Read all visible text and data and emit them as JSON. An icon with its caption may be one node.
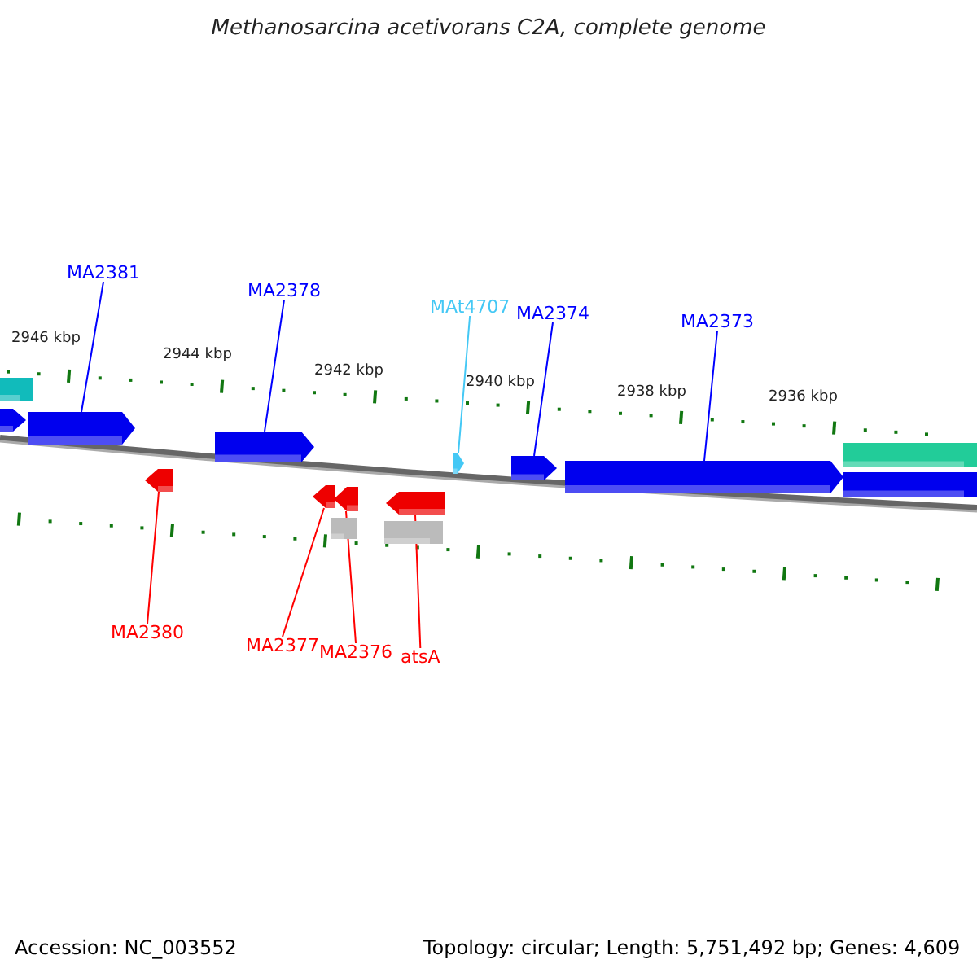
{
  "diagram": {
    "title": "Methanosarcina acetivorans C2A, complete genome",
    "nodes": [
      {
        "text": [
          "MA2381"
        ]
      },
      {
        "text": [
          "MA2378"
        ]
      },
      {
        "text": [
          "MAt4707"
        ]
      },
      {
        "text": [
          "MA2374"
        ]
      },
      {
        "text": [
          "MA2373"
        ]
      },
      {
        "text": [
          "MA2380"
        ]
      },
      {
        "text": [
          "MA2377"
        ]
      },
      {
        "text": [
          "MA2376"
        ]
      },
      {
        "text": [
          "atsA"
        ]
      },
      {
        "text": [],
        "shape": "arrow"
      },
      {
        "text": [],
        "shape": "arrow"
      },
      {
        "text": [],
        "shape": "arrow"
      },
      {
        "text": [],
        "shape": "arrow"
      },
      {
        "text": [],
        "shape": "arrow"
      },
      {
        "text": [],
        "shape": "arrow"
      },
      {
        "text": [],
        "shape": "arrow"
      },
      {
        "text": [],
        "shape": "arrow"
      },
      {
        "text": [],
        "shape": "arrow"
      },
      {
        "text": [],
        "shape": "box"
      },
      {
        "text": [],
        "shape": "arrow"
      },
      {
        "text": [],
        "shape": "box"
      },
      {
        "text": [],
        "shape": "box"
      },
      {
        "text": [],
        "shape": "box"
      },
      {
        "text": [],
        "shape": "box"
      }
    ],
    "edges": [
      {
        "from": 0,
        "to": 9,
        "arrow": "none",
        "color": "#0000ff"
      },
      {
        "from": 1,
        "to": 10,
        "arrow": "none",
        "color": "#0000ff"
      },
      {
        "from": 2,
        "to": 11,
        "arrow": "none",
        "color": "#44c8f5"
      },
      {
        "from": 3,
        "to": 12,
        "arrow": "none",
        "color": "#0000ff"
      },
      {
        "from": 4,
        "to": 13,
        "arrow": "none",
        "color": "#0000ff"
      },
      {
        "from": 5,
        "to": 14,
        "arrow": "none",
        "color": "#ff0000"
      },
      {
        "from": 6,
        "to": 15,
        "arrow": "none",
        "color": "#ff0000"
      },
      {
        "from": 7,
        "to": 16,
        "arrow": "none",
        "color": "#ff0000"
      },
      {
        "from": 8,
        "to": 17,
        "arrow": "none",
        "color": "#ff0000"
      }
    ],
    "labels": [
      "2946 kbp",
      "2944 kbp",
      "2942 kbp",
      "2940 kbp",
      "2938 kbp",
      "2936 kbp",
      "Accession: NC_003552",
      "Topology: circular; Length: 5,751,492 bp; Genes: 4,609"
    ]
  }
}
